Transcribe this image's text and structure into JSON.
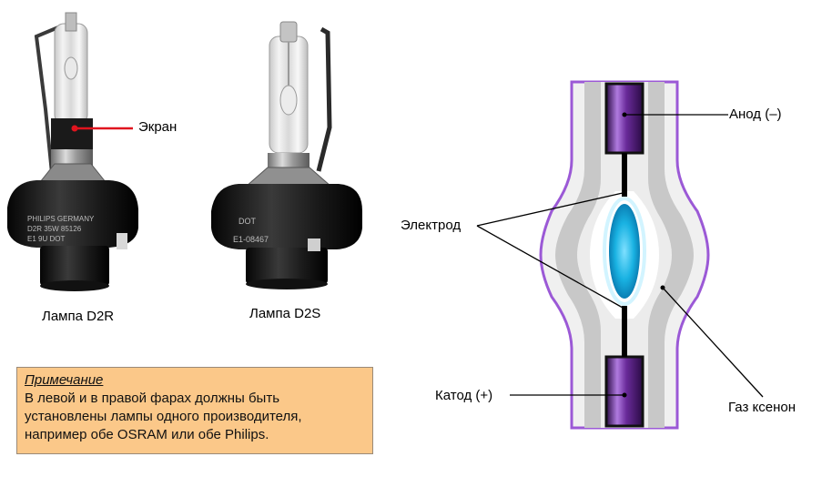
{
  "labels": {
    "screen": "Экран",
    "lamp_d2r": "Лампа D2R",
    "lamp_d2s": "Лампа D2S",
    "anode": "Анод (–)",
    "electrode": "Электрод",
    "cathode": "Катод (+)",
    "xenon_gas": "Газ ксенон"
  },
  "lamp_markings": {
    "d2r_line1": "PHILIPS  GERMANY",
    "d2r_line2": "D2R  35W  85126",
    "d2r_line3": "E1  9U  DOT",
    "d2s_line1": "DOT",
    "d2s_line2": "E1-08467"
  },
  "note": {
    "title": "Примечание",
    "line1": "В левой и в правой фарах должны быть",
    "line2": "установлены лампы одного производителя,",
    "line3": "например обе OSRAM или обе Philips."
  },
  "colors": {
    "screen_pointer": "#e0141e",
    "envelope_outline": "#9b59d6",
    "electrode_fill": "#6a2b9a",
    "arc": "#1ab0df",
    "note_bg": "#fbc889"
  }
}
